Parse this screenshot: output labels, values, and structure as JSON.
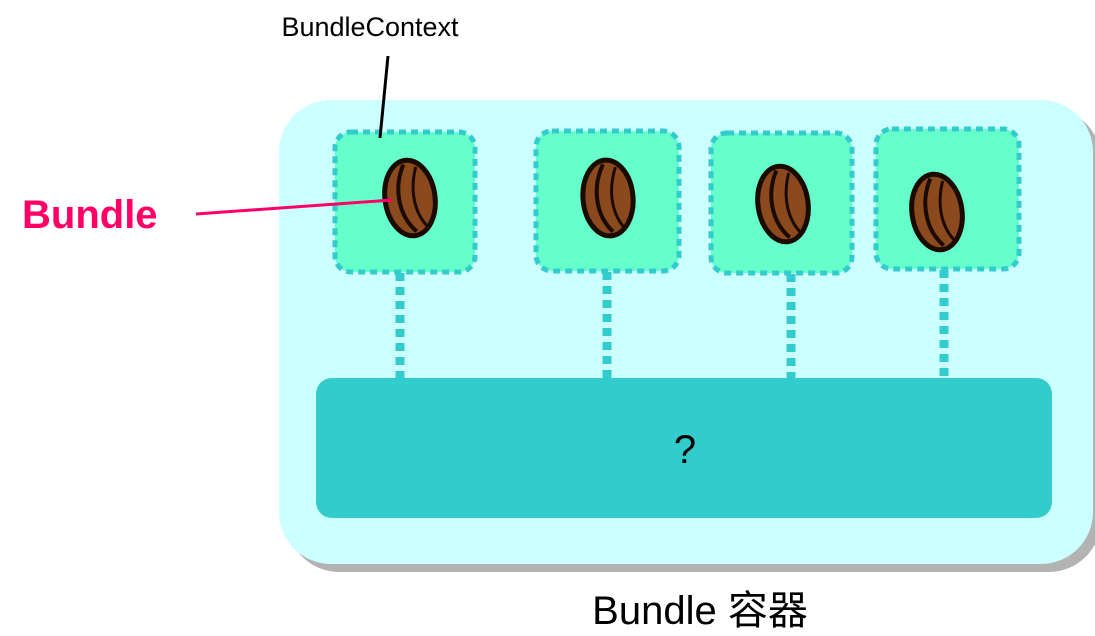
{
  "labels": {
    "context": "BundleContext",
    "bundle": "Bundle",
    "unknown": "?",
    "container": "Bundle 容器"
  },
  "bundles": [
    {
      "icon": "coffee-bean-icon"
    },
    {
      "icon": "coffee-bean-icon"
    },
    {
      "icon": "coffee-bean-icon"
    },
    {
      "icon": "coffee-bean-icon"
    }
  ],
  "colors": {
    "container_fill": "#ccffff",
    "container_shadow": "#b3b3b3",
    "bundle_box_fill": "#66ffcc",
    "dotted_line": "#33cccc",
    "unknown_bar_fill": "#33cccc",
    "bean_fill": "#8b4a1e",
    "bundle_label": "#ff0066"
  }
}
